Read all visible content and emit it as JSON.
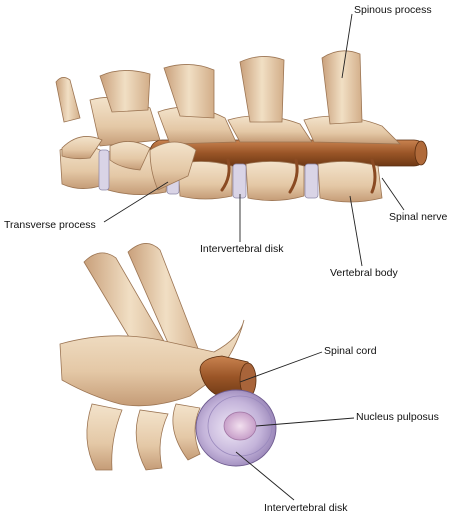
{
  "labels": {
    "spinous_process": "Spinous process",
    "transverse_process": "Transverse process",
    "intervertebral_disk_top": "Intervertebral disk",
    "spinal_nerve": "Spinal nerve",
    "vertebral_body": "Vertebral body",
    "spinal_cord": "Spinal cord",
    "nucleus_pulposus": "Nucleus pulposus",
    "intervertebral_disk_bottom": "Intervertebral disk"
  },
  "colors": {
    "bone": "#e9d2b4",
    "bone_shadow": "#b98f6c",
    "bone_dark": "#8a6448",
    "cord": "#9a5527",
    "cord_highlight": "#c47a45",
    "disk": "#b3a3cc",
    "disk_light": "#e2daf0",
    "nucleus": "#d7b8d8",
    "leader": "#222222",
    "background": "#ffffff"
  }
}
